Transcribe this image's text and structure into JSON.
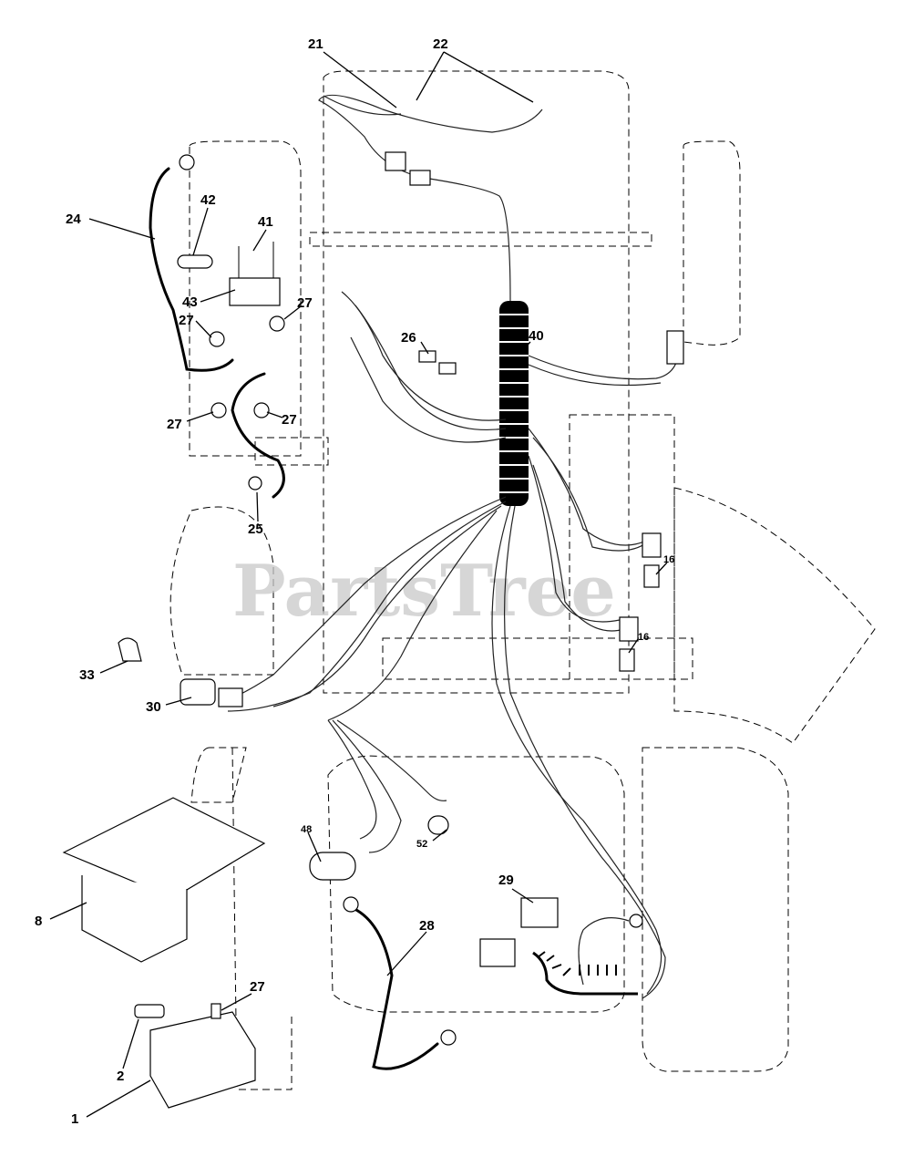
{
  "watermark": "PartsTree",
  "callouts": [
    "21",
    "22",
    "24",
    "42",
    "41",
    "43",
    "27",
    "27",
    "26",
    "40",
    "27",
    "27",
    "25",
    "16",
    "16",
    "33",
    "30",
    "48",
    "52",
    "29",
    "8",
    "28",
    "27",
    "2",
    "1"
  ]
}
